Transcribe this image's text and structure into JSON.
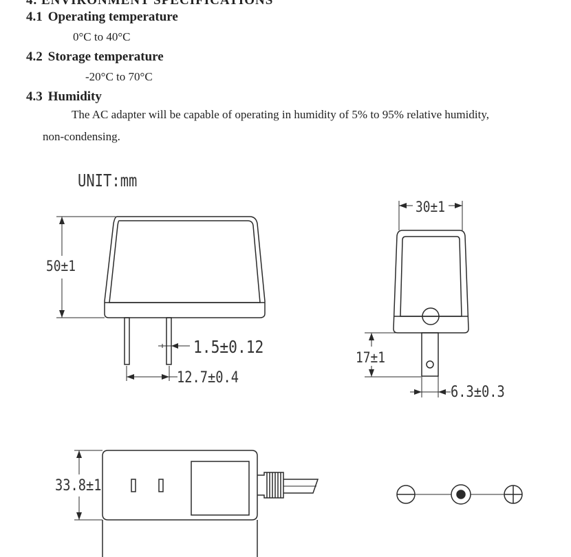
{
  "section": {
    "partial_title": "4. ENVIRONMENT SPECIFICATIONS"
  },
  "specs": [
    {
      "number": "4.1",
      "title": "Operating temperature",
      "value": "0°C to 40°C"
    },
    {
      "number": "4.2",
      "title": "Storage temperature",
      "value": "-20°C to 70°C"
    },
    {
      "number": "4.3",
      "title": "Humidity",
      "value_line1": "The AC adapter will be capable of operating in humidity of 5% to 95% relative humidity,",
      "value_line2": "non-condensing."
    }
  ],
  "drawing": {
    "unit": "UNIT:mm",
    "dims": {
      "height": "50±1",
      "pin_thickness": "1.5±0.12",
      "pin_spacing": "12.7±0.4",
      "width": "30±1",
      "pin_length": "17±1",
      "pin_width": "6.3±0.3",
      "depth": "33.8±1"
    }
  }
}
